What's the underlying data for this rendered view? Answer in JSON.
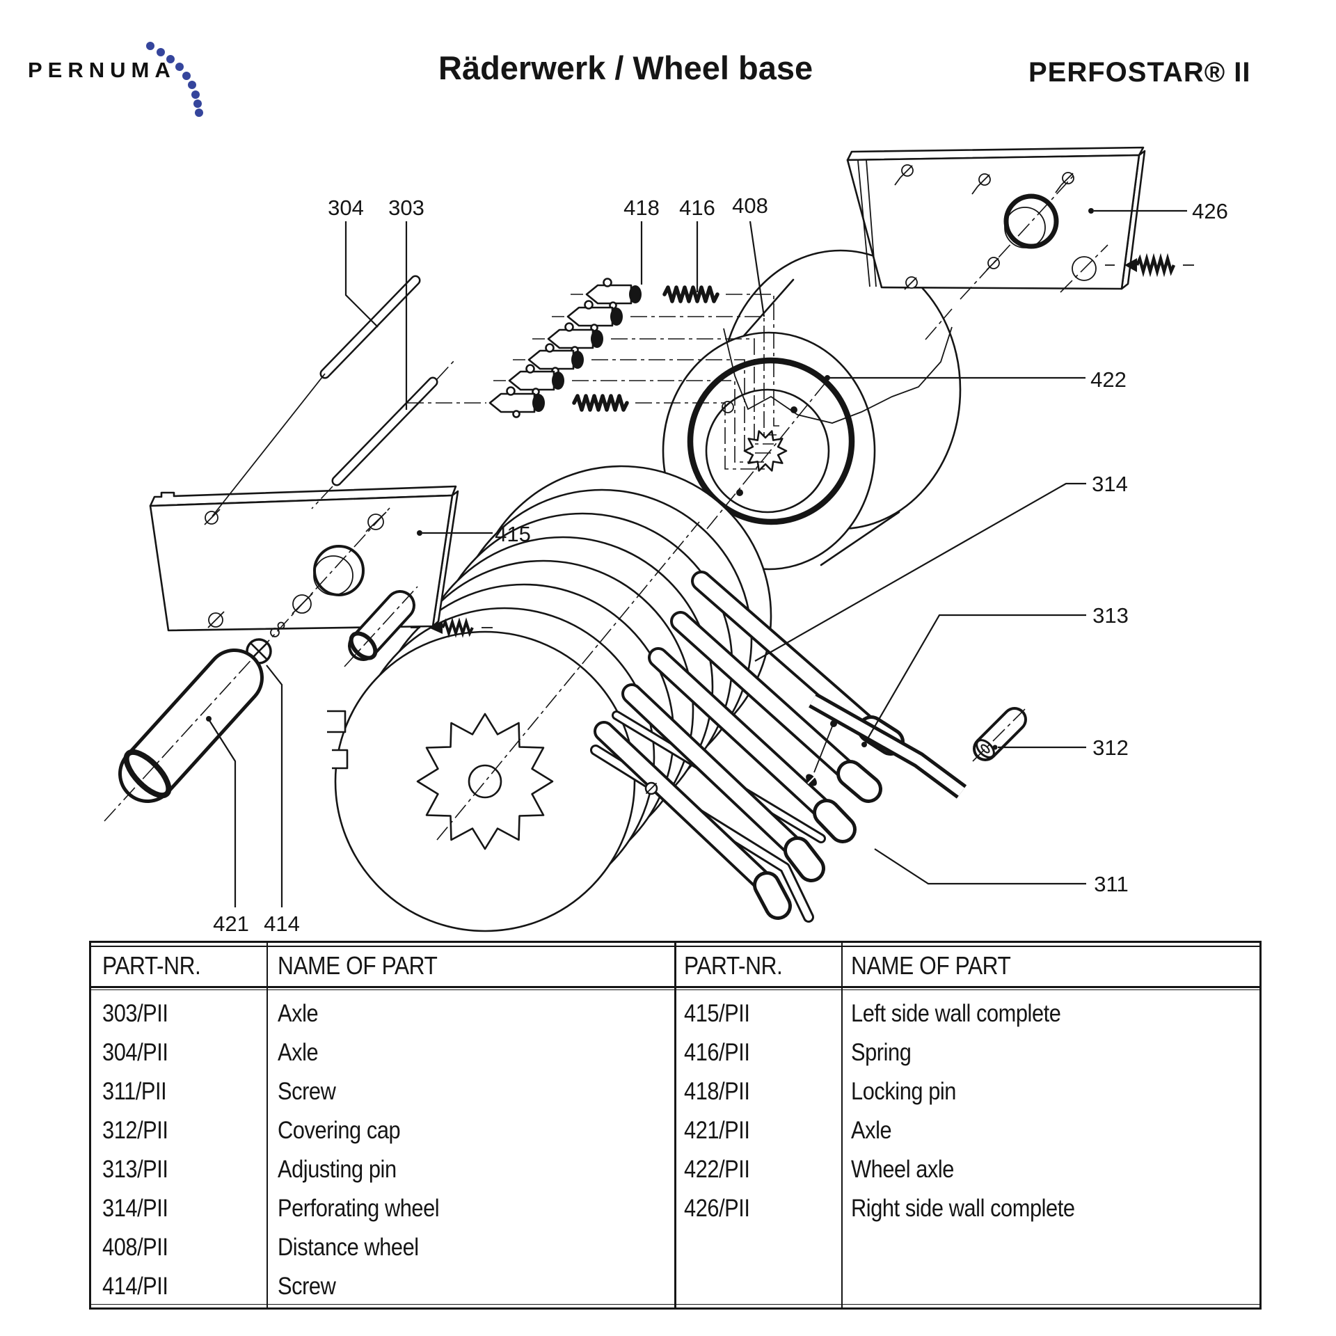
{
  "header": {
    "logo_text": "PERNUMA",
    "title": "Räderwerk / Wheel base",
    "product": "PERFOSTAR® II"
  },
  "diagram": {
    "callouts": [
      "304",
      "303",
      "418",
      "416",
      "408",
      "426",
      "422",
      "314",
      "313",
      "312",
      "311",
      "415",
      "421",
      "414"
    ]
  },
  "table": {
    "col_headers": [
      "PART-NR.",
      "NAME OF PART"
    ],
    "left_rows": [
      {
        "part": "303/PII",
        "name": "Axle"
      },
      {
        "part": "304/PII",
        "name": "Axle"
      },
      {
        "part": "311/PII",
        "name": "Screw"
      },
      {
        "part": "312/PII",
        "name": "Covering cap"
      },
      {
        "part": "313/PII",
        "name": "Adjusting pin"
      },
      {
        "part": "314/PII",
        "name": "Perforating wheel"
      },
      {
        "part": "408/PII",
        "name": "Distance wheel"
      },
      {
        "part": "414/PII",
        "name": "Screw"
      }
    ],
    "right_rows": [
      {
        "part": "415/PII",
        "name": "Left side wall complete"
      },
      {
        "part": "416/PII",
        "name": "Spring"
      },
      {
        "part": "418/PII",
        "name": "Locking pin"
      },
      {
        "part": "421/PII",
        "name": "Axle"
      },
      {
        "part": "422/PII",
        "name": "Wheel axle"
      },
      {
        "part": "426/PII",
        "name": "Right side wall complete"
      }
    ]
  },
  "colors": {
    "logo_dot": "#35459c",
    "ink": "#151515"
  }
}
